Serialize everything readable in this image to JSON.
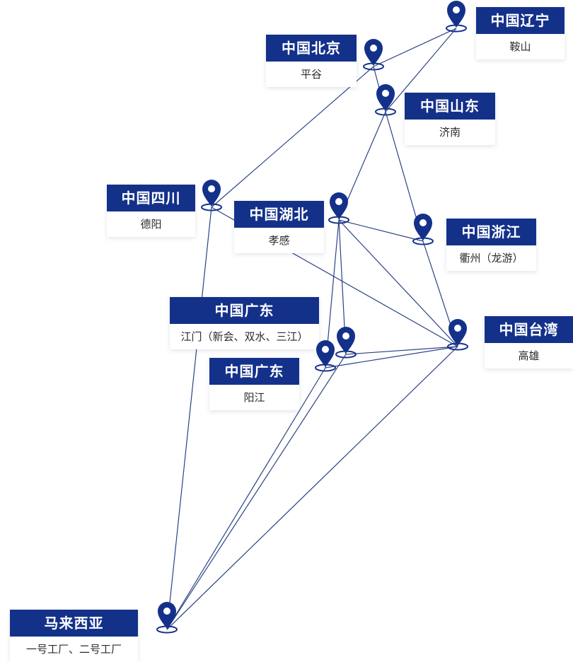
{
  "colors": {
    "brand": "#14318a",
    "line": "#2b4384"
  },
  "icon": "map-pin-icon",
  "locations": [
    {
      "id": "liaoning",
      "title": "中国辽宁",
      "sub": "鞍山"
    },
    {
      "id": "beijing",
      "title": "中国北京",
      "sub": "平谷"
    },
    {
      "id": "shandong",
      "title": "中国山东",
      "sub": "济南"
    },
    {
      "id": "sichuan",
      "title": "中国四川",
      "sub": "德阳"
    },
    {
      "id": "hubei",
      "title": "中国湖北",
      "sub": "孝感"
    },
    {
      "id": "zhejiang",
      "title": "中国浙江",
      "sub": "衢州（龙游）"
    },
    {
      "id": "guangdong-jiangmen",
      "title": "中国广东",
      "sub": "江门（新会、双水、三江）"
    },
    {
      "id": "taiwan",
      "title": "中国台湾",
      "sub": "高雄"
    },
    {
      "id": "guangdong-yangjiang",
      "title": "中国广东",
      "sub": "阳江"
    },
    {
      "id": "malaysia",
      "title": "马来西亚",
      "sub": "一号工厂、二号工厂"
    }
  ]
}
